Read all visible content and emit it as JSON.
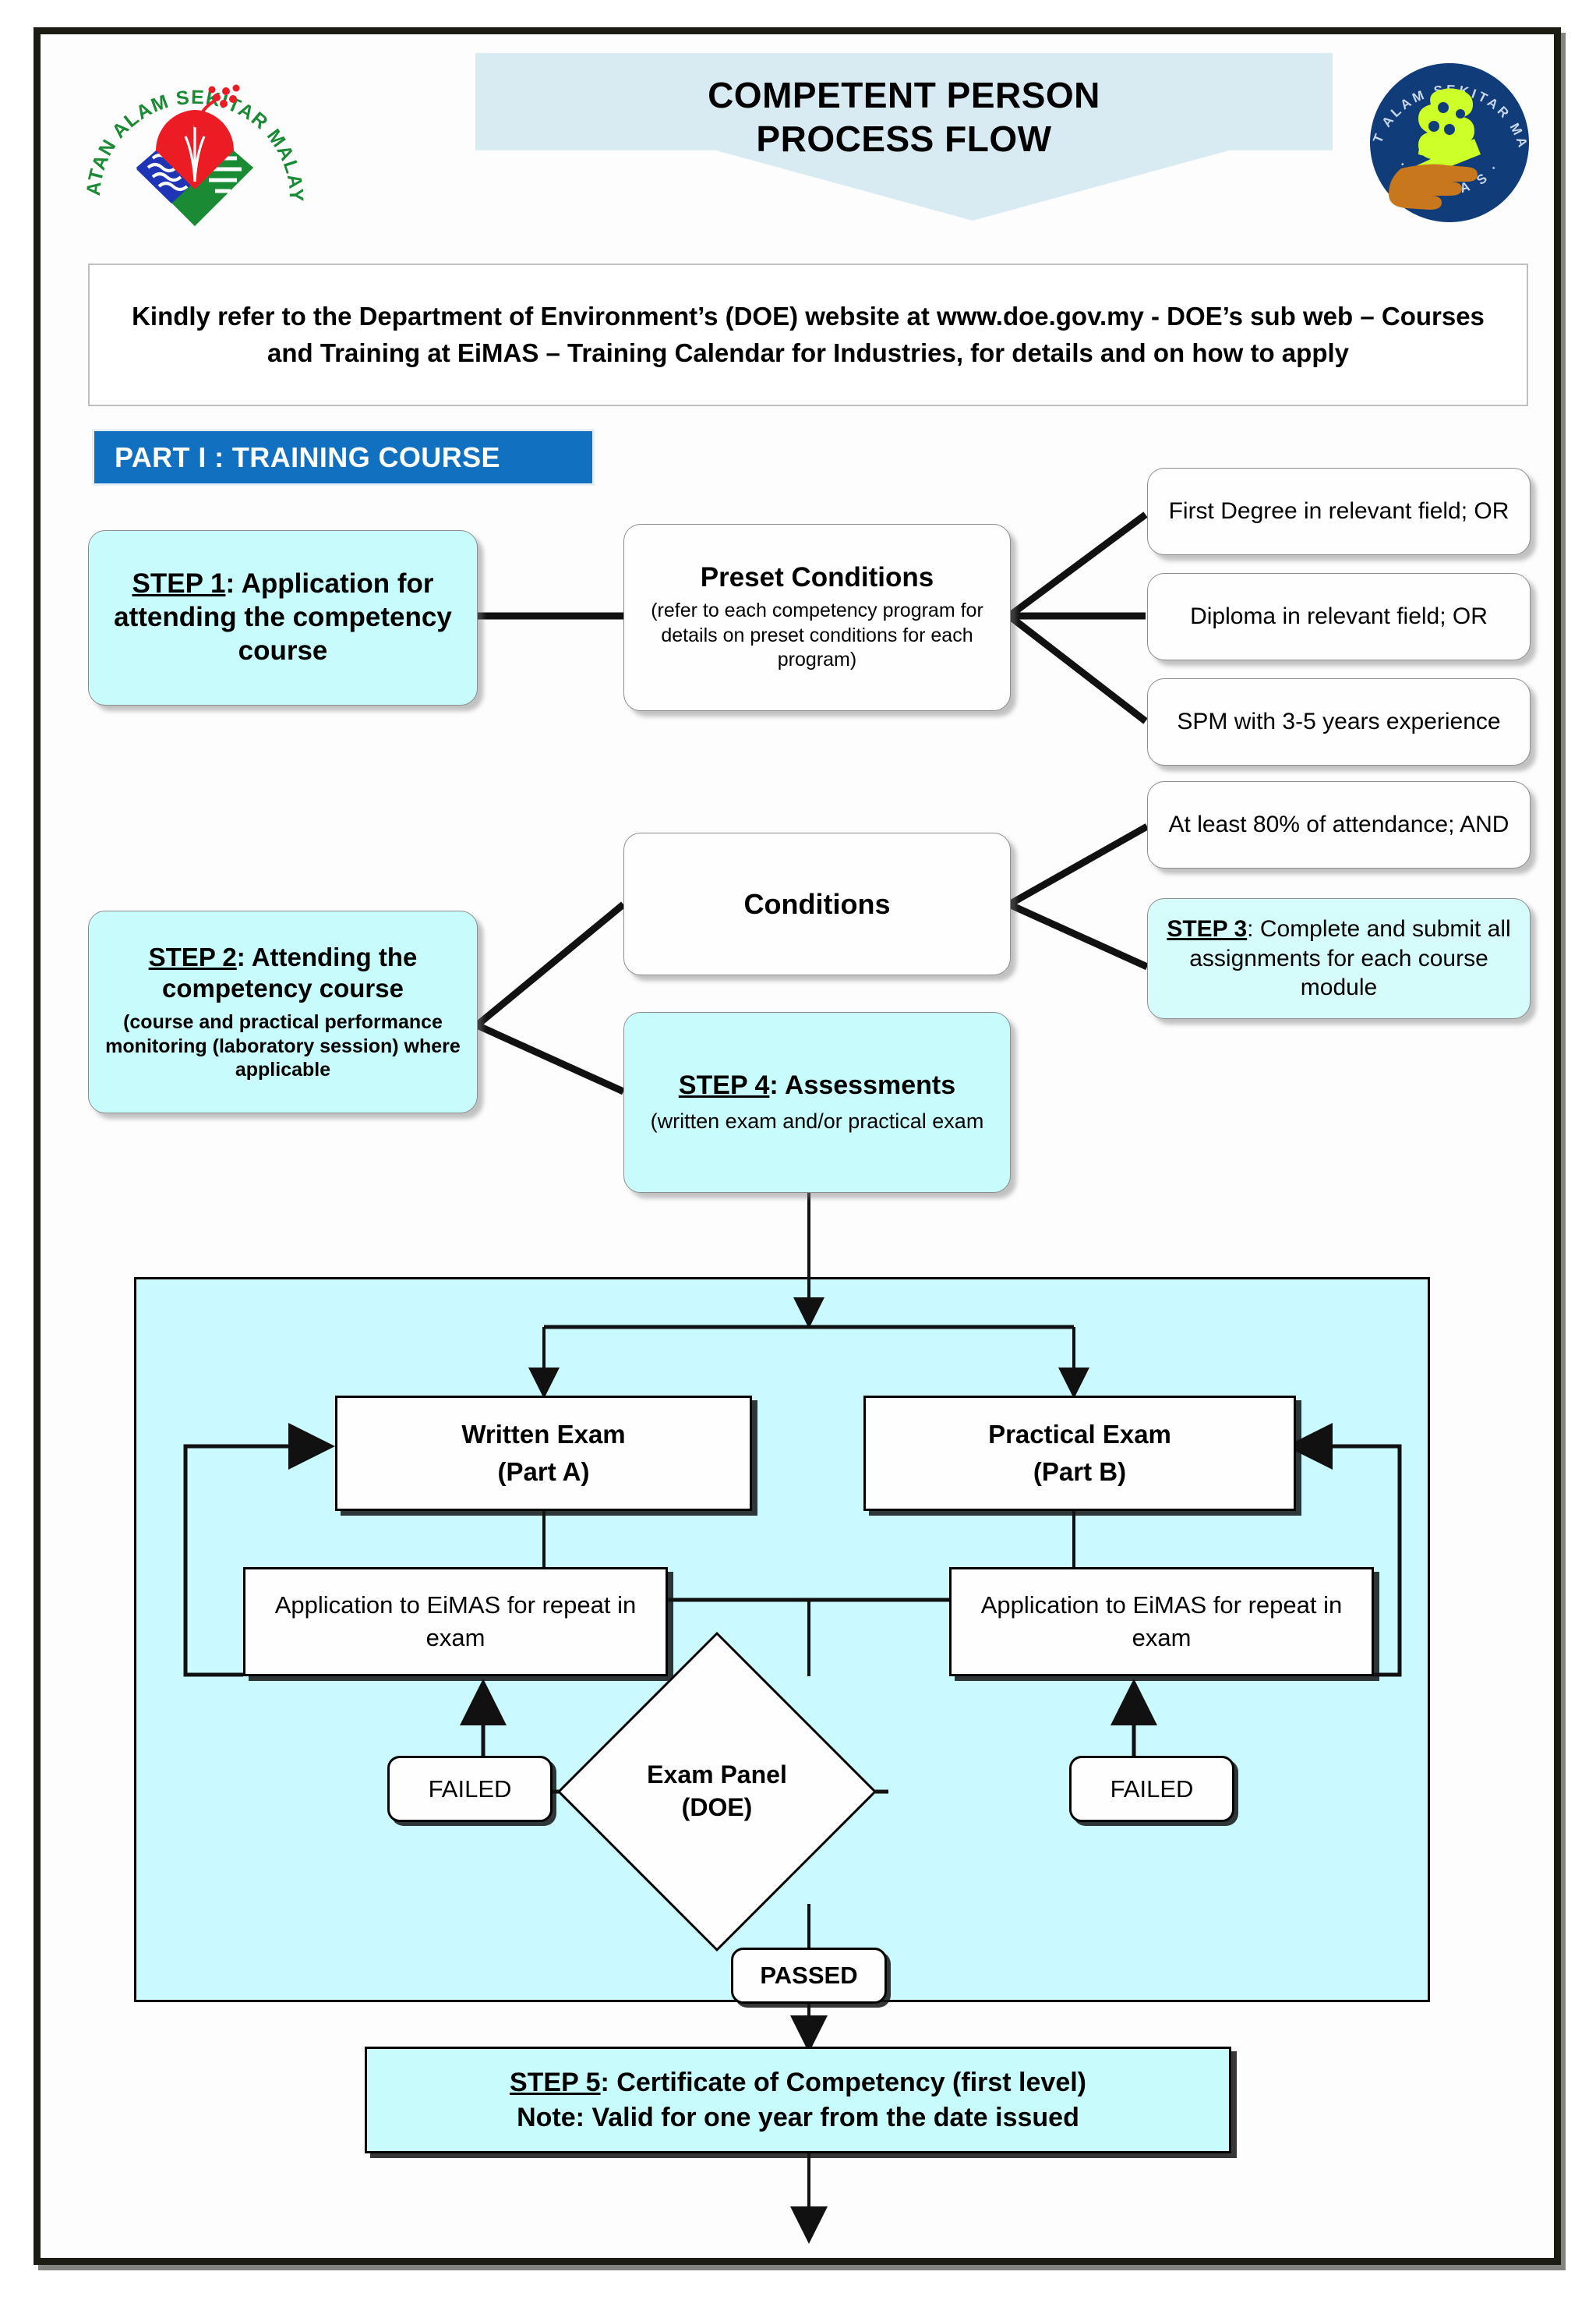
{
  "document": {
    "title_line1": "COMPETENT PERSON",
    "title_line2": "PROCESS FLOW",
    "instruction": "Kindly refer to the Department of Environment’s (DOE) website at www.doe.gov.my  -  DOE’s sub web – Courses and Training at EiMAS – Training Calendar for Industries, for details and on how to apply",
    "part_banner": "PART I : TRAINING COURSE"
  },
  "logos": {
    "left": {
      "name": "doe-logo",
      "caption": "JABATAN ALAM SEKITAR MALAYSIA"
    },
    "right": {
      "name": "eimas-logo",
      "caption": "INSTITUT ALAM SEKITAR MALAYSIA",
      "sub": "E i M A S"
    }
  },
  "colors": {
    "banner_blue": "#1170bf",
    "title_fill": "#d9ebf2",
    "step_cyan": "#c8fbfb",
    "panel_cyan": "#caf9ff",
    "frame": "#1c1c14"
  },
  "nodes": {
    "step1": {
      "label": "STEP 1",
      "rest": ": Application for attending the competency course"
    },
    "preset_conditions": {
      "title": "Preset Conditions",
      "sub": "(refer to each competency program for details on preset conditions for each program)"
    },
    "preset_options": [
      "First Degree in relevant field; OR",
      "Diploma in relevant field; OR",
      "SPM with 3-5 years experience"
    ],
    "step2": {
      "label": "STEP 2",
      "rest": ": Attending the competency course",
      "sub": "(course and practical performance monitoring (laboratory session) where applicable"
    },
    "conditions": {
      "title": "Conditions"
    },
    "condition_options": [
      "At least 80% of attendance; AND"
    ],
    "step3": {
      "label": "STEP 3",
      "rest": ": Complete and submit all assignments for each course module"
    },
    "step4": {
      "label": "STEP 4",
      "rest": ": Assessments",
      "sub": "(written exam and/or practical exam"
    },
    "written_exam": {
      "line1": "Written Exam",
      "line2": "(Part A)"
    },
    "practical_exam": {
      "line1": "Practical Exam",
      "line2": "(Part B)"
    },
    "repeat_left": "Application to EiMAS  for repeat in exam",
    "repeat_right": "Application to EiMAS  for repeat in exam",
    "failed_left": "FAILED",
    "failed_right": "FAILED",
    "exam_panel": {
      "line1": "Exam Panel",
      "line2": "(DOE)"
    },
    "passed": "PASSED",
    "step5": {
      "label": "STEP 5",
      "rest": ": Certificate of Competency (first level)",
      "note": "Note: Valid for one year from the date issued"
    }
  }
}
